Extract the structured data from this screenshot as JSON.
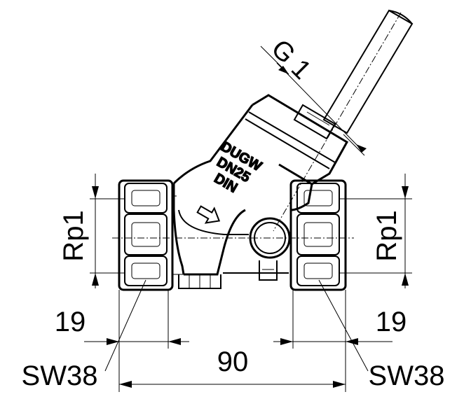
{
  "labels": {
    "thread_top": "G 1",
    "rp_left": "Rp1",
    "rp_right": "Rp1",
    "dim_left": "19",
    "dim_right": "19",
    "dim_total": "90",
    "sw_left": "SW38",
    "sw_right": "SW38",
    "body_mark_1": "DUGW",
    "body_mark_2": "DN25",
    "body_mark_3": "DIN"
  },
  "colors": {
    "line": "#000000",
    "background": "#ffffff",
    "body_fill": "#ffffff"
  }
}
